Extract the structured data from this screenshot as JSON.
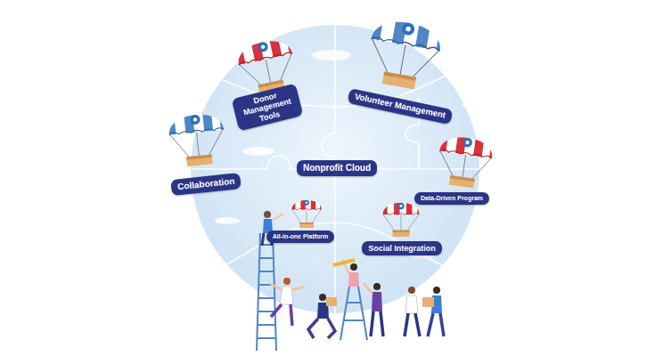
{
  "diagram": {
    "nodes": [
      {
        "text": [
          "Donor Management Tools"
        ]
      },
      {
        "text": [
          "Volunteer Management"
        ]
      },
      {
        "text": [
          "Collaboration"
        ]
      },
      {
        "text": [
          "Nonprofit Cloud"
        ]
      },
      {
        "text": [
          "Data-Driven Program"
        ]
      },
      {
        "text": [
          "All-in-one Platform"
        ]
      },
      {
        "text": [
          "Social Integration"
        ]
      }
    ]
  }
}
